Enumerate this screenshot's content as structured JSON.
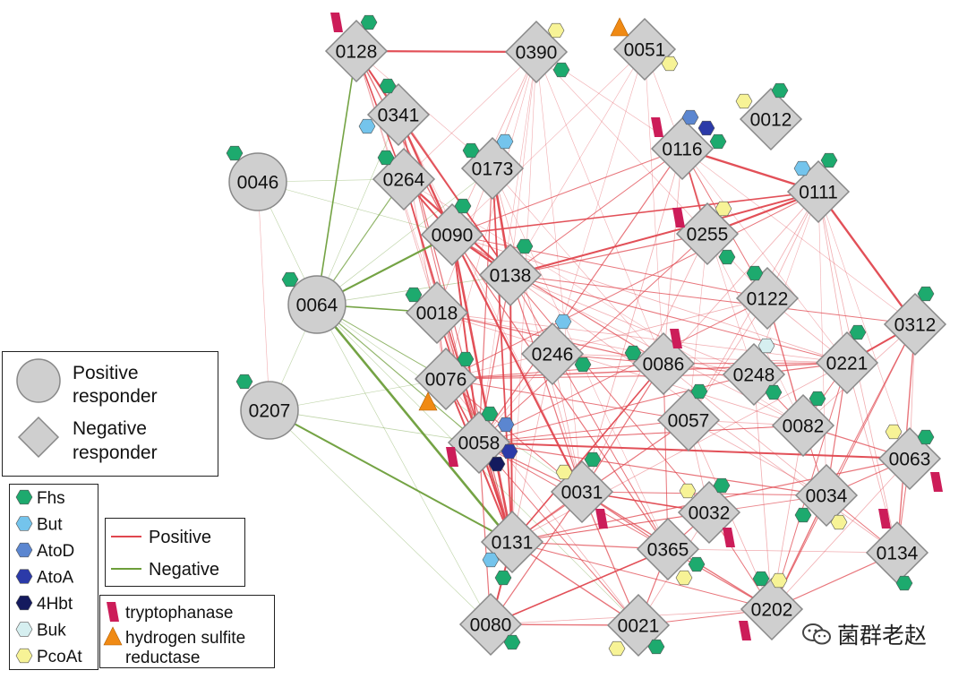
{
  "nodes": [
    {
      "id": "0128",
      "shape": "diamond",
      "markers": [
        "trp",
        "fhs"
      ]
    },
    {
      "id": "0390",
      "shape": "diamond",
      "markers": [
        "pco",
        "fhs"
      ]
    },
    {
      "id": "0051",
      "shape": "diamond",
      "markers": [
        "h2s",
        "pco"
      ]
    },
    {
      "id": "0012",
      "shape": "diamond",
      "markers": [
        "pco",
        "fhs"
      ]
    },
    {
      "id": "0341",
      "shape": "diamond",
      "markers": [
        "fhs",
        "but"
      ]
    },
    {
      "id": "0116",
      "shape": "diamond",
      "markers": [
        "trp",
        "atod",
        "atoa",
        "fhs"
      ]
    },
    {
      "id": "0046",
      "shape": "circle",
      "markers": [
        "fhs"
      ]
    },
    {
      "id": "0173",
      "shape": "diamond",
      "markers": [
        "fhs",
        "but"
      ]
    },
    {
      "id": "0264",
      "shape": "diamond",
      "markers": [
        "fhs"
      ]
    },
    {
      "id": "0111",
      "shape": "diamond",
      "markers": [
        "but",
        "fhs"
      ]
    },
    {
      "id": "0255",
      "shape": "diamond",
      "markers": [
        "trp",
        "pco",
        "fhs"
      ]
    },
    {
      "id": "0090",
      "shape": "diamond",
      "markers": [
        "fhs"
      ]
    },
    {
      "id": "0138",
      "shape": "diamond",
      "markers": [
        "fhs"
      ]
    },
    {
      "id": "0064",
      "shape": "circle",
      "markers": [
        "fhs"
      ]
    },
    {
      "id": "0018",
      "shape": "diamond",
      "markers": [
        "fhs"
      ]
    },
    {
      "id": "0122",
      "shape": "diamond",
      "markers": [
        "fhs"
      ]
    },
    {
      "id": "0312",
      "shape": "diamond",
      "markers": [
        "fhs"
      ]
    },
    {
      "id": "0246",
      "shape": "diamond",
      "markers": [
        "but",
        "fhs"
      ]
    },
    {
      "id": "0086",
      "shape": "diamond",
      "markers": [
        "trp",
        "fhs"
      ]
    },
    {
      "id": "0248",
      "shape": "diamond",
      "markers": [
        "buk",
        "fhs"
      ]
    },
    {
      "id": "0221",
      "shape": "diamond",
      "markers": [
        "fhs"
      ]
    },
    {
      "id": "0076",
      "shape": "diamond",
      "markers": [
        "fhs",
        "h2s"
      ]
    },
    {
      "id": "0207",
      "shape": "circle",
      "markers": [
        "fhs"
      ]
    },
    {
      "id": "0057",
      "shape": "diamond",
      "markers": [
        "fhs"
      ]
    },
    {
      "id": "0082",
      "shape": "diamond",
      "markers": [
        "fhs"
      ]
    },
    {
      "id": "0058",
      "shape": "diamond",
      "markers": [
        "fhs",
        "atod",
        "atoa",
        "hbt",
        "trp"
      ]
    },
    {
      "id": "0063",
      "shape": "diamond",
      "markers": [
        "pco",
        "fhs",
        "trp"
      ]
    },
    {
      "id": "0031",
      "shape": "diamond",
      "markers": [
        "pco",
        "fhs",
        "trp"
      ]
    },
    {
      "id": "0034",
      "shape": "diamond",
      "markers": [
        "fhs",
        "pco"
      ]
    },
    {
      "id": "0032",
      "shape": "diamond",
      "markers": [
        "pco",
        "fhs",
        "trp"
      ]
    },
    {
      "id": "0131",
      "shape": "diamond",
      "markers": [
        "but",
        "fhs"
      ]
    },
    {
      "id": "0365",
      "shape": "diamond",
      "markers": [
        "fhs",
        "pco"
      ]
    },
    {
      "id": "0134",
      "shape": "diamond",
      "markers": [
        "trp",
        "fhs"
      ]
    },
    {
      "id": "0202",
      "shape": "diamond",
      "markers": [
        "fhs",
        "pco",
        "trp"
      ]
    },
    {
      "id": "0080",
      "shape": "diamond",
      "markers": [
        "fhs"
      ]
    },
    {
      "id": "0021",
      "shape": "diamond",
      "markers": [
        "pco",
        "fhs"
      ]
    }
  ],
  "edges": [
    [
      "0128",
      "0390",
      "pos",
      2.2
    ],
    [
      "0128",
      "0341",
      "pos",
      2
    ],
    [
      "0128",
      "0264",
      "pos",
      1.6
    ],
    [
      "0128",
      "0090",
      "pos",
      1.4
    ],
    [
      "0128",
      "0138",
      "pos",
      1
    ],
    [
      "0128",
      "0018",
      "pos",
      0.8
    ],
    [
      "0128",
      "0064",
      "neg",
      1.6
    ],
    [
      "0128",
      "0173",
      "pos",
      0.6
    ],
    [
      "0128",
      "0131",
      "pos",
      0.6
    ],
    [
      "0390",
      "0090",
      "pos",
      0.8
    ],
    [
      "0390",
      "0018",
      "pos",
      0.8
    ],
    [
      "0390",
      "0138",
      "pos",
      0.6
    ],
    [
      "0390",
      "0058",
      "pos",
      0.6
    ],
    [
      "0390",
      "0131",
      "pos",
      0.6
    ],
    [
      "0390",
      "0076",
      "pos",
      0.6
    ],
    [
      "0390",
      "0116",
      "pos",
      0.6
    ],
    [
      "0390",
      "0255",
      "pos",
      0.6
    ],
    [
      "0390",
      "0086",
      "pos",
      0.6
    ],
    [
      "0390",
      "0031",
      "pos",
      0.6
    ],
    [
      "0390",
      "0264",
      "pos",
      0.6
    ],
    [
      "0051",
      "0116",
      "pos",
      0.6
    ],
    [
      "0051",
      "0086",
      "pos",
      0.6
    ],
    [
      "0051",
      "0138",
      "pos",
      0.6
    ],
    [
      "0051",
      "0090",
      "pos",
      0.6
    ],
    [
      "0051",
      "0246",
      "pos",
      0.6
    ],
    [
      "0341",
      "0090",
      "pos",
      2.4
    ],
    [
      "0341",
      "0138",
      "pos",
      1.6
    ],
    [
      "0341",
      "0131",
      "pos",
      1.2
    ],
    [
      "0341",
      "0058",
      "pos",
      1
    ],
    [
      "0341",
      "0076",
      "pos",
      0.8
    ],
    [
      "0341",
      "0031",
      "pos",
      0.6
    ],
    [
      "0264",
      "0090",
      "pos",
      2
    ],
    [
      "0264",
      "0138",
      "pos",
      2.2
    ],
    [
      "0264",
      "0131",
      "pos",
      1.6
    ],
    [
      "0264",
      "0058",
      "pos",
      1.2
    ],
    [
      "0264",
      "0064",
      "neg",
      1.2
    ],
    [
      "0264",
      "0046",
      "neg",
      0.6
    ],
    [
      "0264",
      "0082",
      "pos",
      0.6
    ],
    [
      "0173",
      "0138",
      "pos",
      2.6
    ],
    [
      "0173",
      "0131",
      "pos",
      1.8
    ],
    [
      "0173",
      "0058",
      "pos",
      1.2
    ],
    [
      "0173",
      "0031",
      "pos",
      0.8
    ],
    [
      "0173",
      "0086",
      "pos",
      0.6
    ],
    [
      "0173",
      "0365",
      "pos",
      0.6
    ],
    [
      "0116",
      "0111",
      "pos",
      2.4
    ],
    [
      "0116",
      "0255",
      "pos",
      1.6
    ],
    [
      "0116",
      "0122",
      "pos",
      1
    ],
    [
      "0116",
      "0086",
      "pos",
      0.8
    ],
    [
      "0116",
      "0138",
      "pos",
      1
    ],
    [
      "0116",
      "0090",
      "pos",
      1
    ],
    [
      "0116",
      "0058",
      "pos",
      1.2
    ],
    [
      "0116",
      "0031",
      "pos",
      0.8
    ],
    [
      "0116",
      "0248",
      "pos",
      0.6
    ],
    [
      "0116",
      "0221",
      "pos",
      0.6
    ],
    [
      "0116",
      "0312",
      "pos",
      0.6
    ],
    [
      "0111",
      "0255",
      "pos",
      2.2
    ],
    [
      "0111",
      "0138",
      "pos",
      2
    ],
    [
      "0111",
      "0090",
      "pos",
      1.6
    ],
    [
      "0111",
      "0312",
      "pos",
      2.4
    ],
    [
      "0111",
      "0221",
      "pos",
      0.8
    ],
    [
      "0111",
      "0248",
      "pos",
      0.6
    ],
    [
      "0111",
      "0134",
      "pos",
      0.8
    ],
    [
      "0111",
      "0057",
      "pos",
      0.8
    ],
    [
      "0111",
      "0076",
      "pos",
      1
    ],
    [
      "0111",
      "0122",
      "pos",
      0.8
    ],
    [
      "0111",
      "0034",
      "pos",
      0.6
    ],
    [
      "0111",
      "0063",
      "pos",
      0.6
    ],
    [
      "0111",
      "0086",
      "pos",
      0.8
    ],
    [
      "0255",
      "0058",
      "pos",
      1
    ],
    [
      "0255",
      "0031",
      "pos",
      0.8
    ],
    [
      "0255",
      "0138",
      "pos",
      1.2
    ],
    [
      "0255",
      "0082",
      "pos",
      0.6
    ],
    [
      "0255",
      "0057",
      "pos",
      0.6
    ],
    [
      "0255",
      "0122",
      "pos",
      0.6
    ],
    [
      "0090",
      "0138",
      "pos",
      2.4
    ],
    [
      "0090",
      "0131",
      "pos",
      2.6
    ],
    [
      "0090",
      "0058",
      "pos",
      2
    ],
    [
      "0090",
      "0031",
      "pos",
      2.2
    ],
    [
      "0090",
      "0064",
      "neg",
      2.2
    ],
    [
      "0090",
      "0046",
      "neg",
      0.6
    ],
    [
      "0090",
      "0122",
      "pos",
      1
    ],
    [
      "0090",
      "0086",
      "pos",
      1.2
    ],
    [
      "0090",
      "0221",
      "pos",
      0.8
    ],
    [
      "0090",
      "0365",
      "pos",
      1.2
    ],
    [
      "0138",
      "0131",
      "pos",
      2
    ],
    [
      "0138",
      "0031",
      "pos",
      1.2
    ],
    [
      "0138",
      "0058",
      "pos",
      1.2
    ],
    [
      "0138",
      "0312",
      "pos",
      1
    ],
    [
      "0138",
      "0221",
      "pos",
      1
    ],
    [
      "0138",
      "0032",
      "pos",
      1
    ],
    [
      "0138",
      "0365",
      "pos",
      1
    ],
    [
      "0138",
      "0082",
      "pos",
      0.8
    ],
    [
      "0138",
      "0248",
      "pos",
      0.8
    ],
    [
      "0138",
      "0134",
      "pos",
      0.8
    ],
    [
      "0064",
      "0018",
      "neg",
      1.6
    ],
    [
      "0064",
      "0076",
      "neg",
      1
    ],
    [
      "0064",
      "0131",
      "neg",
      2.6
    ],
    [
      "0064",
      "0058",
      "neg",
      1.2
    ],
    [
      "0064",
      "0046",
      "neg",
      0.6
    ],
    [
      "0064",
      "0021",
      "neg",
      0.6
    ],
    [
      "0064",
      "0080",
      "neg",
      0.6
    ],
    [
      "0064",
      "0138",
      "neg",
      0.8
    ],
    [
      "0064",
      "0173",
      "neg",
      0.6
    ],
    [
      "0064",
      "0341",
      "neg",
      0.6
    ],
    [
      "0064",
      "0031",
      "neg",
      0.6
    ],
    [
      "0018",
      "0086",
      "pos",
      1.2
    ],
    [
      "0018",
      "0131",
      "pos",
      1.6
    ],
    [
      "0018",
      "0058",
      "pos",
      1.4
    ],
    [
      "0018",
      "0076",
      "pos",
      1
    ],
    [
      "0018",
      "0248",
      "pos",
      0.8
    ],
    [
      "0018",
      "0221",
      "pos",
      0.8
    ],
    [
      "0018",
      "0082",
      "pos",
      0.8
    ],
    [
      "0122",
      "0058",
      "pos",
      1
    ],
    [
      "0122",
      "0082",
      "pos",
      1.4
    ],
    [
      "0122",
      "0221",
      "pos",
      0.8
    ],
    [
      "0122",
      "0076",
      "pos",
      0.8
    ],
    [
      "0122",
      "0057",
      "pos",
      0.8
    ],
    [
      "0312",
      "0221",
      "pos",
      2
    ],
    [
      "0312",
      "0134",
      "pos",
      1.4
    ],
    [
      "0312",
      "0034",
      "pos",
      1
    ],
    [
      "0312",
      "0202",
      "pos",
      1
    ],
    [
      "0312",
      "0082",
      "pos",
      0.8
    ],
    [
      "0312",
      "0063",
      "pos",
      0.8
    ],
    [
      "0246",
      "0086",
      "pos",
      1
    ],
    [
      "0246",
      "0031",
      "pos",
      0.8
    ],
    [
      "0246",
      "0058",
      "pos",
      0.8
    ],
    [
      "0246",
      "0131",
      "pos",
      0.8
    ],
    [
      "0246",
      "0221",
      "pos",
      0.8
    ],
    [
      "0086",
      "0248",
      "pos",
      1
    ],
    [
      "0086",
      "0221",
      "pos",
      1
    ],
    [
      "0086",
      "0031",
      "pos",
      1.2
    ],
    [
      "0086",
      "0131",
      "pos",
      1.6
    ],
    [
      "0086",
      "0365",
      "pos",
      1
    ],
    [
      "0086",
      "0076",
      "pos",
      1
    ],
    [
      "0086",
      "0034",
      "pos",
      0.8
    ],
    [
      "0248",
      "0221",
      "pos",
      1.2
    ],
    [
      "0248",
      "0082",
      "pos",
      1
    ],
    [
      "0248",
      "0058",
      "pos",
      1
    ],
    [
      "0248",
      "0202",
      "pos",
      0.8
    ],
    [
      "0221",
      "0076",
      "pos",
      1.4
    ],
    [
      "0221",
      "0034",
      "pos",
      1.2
    ],
    [
      "0221",
      "0202",
      "pos",
      1
    ],
    [
      "0221",
      "0082",
      "pos",
      1
    ],
    [
      "0221",
      "0131",
      "pos",
      0.8
    ],
    [
      "0221",
      "0134",
      "pos",
      0.8
    ],
    [
      "0076",
      "0131",
      "pos",
      2
    ],
    [
      "0076",
      "0058",
      "pos",
      1.6
    ],
    [
      "0076",
      "0207",
      "neg",
      0.6
    ],
    [
      "0076",
      "0031",
      "pos",
      1
    ],
    [
      "0076",
      "0021",
      "pos",
      0.8
    ],
    [
      "0076",
      "0248",
      "pos",
      1
    ],
    [
      "0076",
      "0057",
      "pos",
      1
    ],
    [
      "0207",
      "0131",
      "neg",
      2
    ],
    [
      "0207",
      "0058",
      "neg",
      0.8
    ],
    [
      "0207",
      "0080",
      "neg",
      0.6
    ],
    [
      "0207",
      "0064",
      "neg",
      0.6
    ],
    [
      "0207",
      "0046",
      "pos",
      0.6
    ],
    [
      "0057",
      "0131",
      "pos",
      1.2
    ],
    [
      "0057",
      "0058",
      "pos",
      1
    ],
    [
      "0057",
      "0082",
      "pos",
      0.8
    ],
    [
      "0057",
      "0034",
      "pos",
      0.8
    ],
    [
      "0057",
      "0032",
      "pos",
      0.8
    ],
    [
      "0057",
      "0202",
      "pos",
      0.8
    ],
    [
      "0082",
      "0063",
      "pos",
      1.2
    ],
    [
      "0082",
      "0034",
      "pos",
      1
    ],
    [
      "0082",
      "0058",
      "pos",
      0.8
    ],
    [
      "0082",
      "0202",
      "pos",
      0.8
    ],
    [
      "0058",
      "0063",
      "pos",
      2
    ],
    [
      "0058",
      "0131",
      "pos",
      1.6
    ],
    [
      "0058",
      "0031",
      "pos",
      1.2
    ],
    [
      "0058",
      "0034",
      "pos",
      1.2
    ],
    [
      "0058",
      "0080",
      "pos",
      1.2
    ],
    [
      "0058",
      "0021",
      "pos",
      1
    ],
    [
      "0058",
      "0365",
      "pos",
      1
    ],
    [
      "0058",
      "0082",
      "pos",
      1
    ],
    [
      "0063",
      "0034",
      "pos",
      1
    ],
    [
      "0063",
      "0131",
      "pos",
      1.2
    ],
    [
      "0063",
      "0134",
      "pos",
      1
    ],
    [
      "0063",
      "0202",
      "pos",
      0.8
    ],
    [
      "0031",
      "0032",
      "pos",
      1.6
    ],
    [
      "0031",
      "0131",
      "pos",
      1.2
    ],
    [
      "0031",
      "0365",
      "pos",
      1.2
    ],
    [
      "0031",
      "0080",
      "pos",
      1.2
    ],
    [
      "0031",
      "0021",
      "pos",
      1.2
    ],
    [
      "0031",
      "0202",
      "pos",
      1.4
    ],
    [
      "0031",
      "0034",
      "pos",
      1
    ],
    [
      "0034",
      "0202",
      "pos",
      1.4
    ],
    [
      "0034",
      "0134",
      "pos",
      1
    ],
    [
      "0034",
      "0131",
      "pos",
      0.8
    ],
    [
      "0034",
      "0032",
      "pos",
      0.8
    ],
    [
      "0032",
      "0365",
      "pos",
      1.2
    ],
    [
      "0032",
      "0202",
      "pos",
      1
    ],
    [
      "0032",
      "0131",
      "pos",
      1
    ],
    [
      "0032",
      "0021",
      "pos",
      0.8
    ],
    [
      "0131",
      "0365",
      "pos",
      1.2
    ],
    [
      "0131",
      "0080",
      "pos",
      2
    ],
    [
      "0131",
      "0021",
      "pos",
      1.4
    ],
    [
      "0131",
      "0202",
      "pos",
      1
    ],
    [
      "0365",
      "0021",
      "pos",
      1.2
    ],
    [
      "0365",
      "0202",
      "pos",
      1.2
    ],
    [
      "0365",
      "0080",
      "pos",
      1.6
    ],
    [
      "0365",
      "0134",
      "pos",
      0.8
    ],
    [
      "0134",
      "0202",
      "pos",
      1.2
    ],
    [
      "0202",
      "0021",
      "pos",
      1
    ],
    [
      "0202",
      "0080",
      "pos",
      0.8
    ],
    [
      "0080",
      "0021",
      "pos",
      1.4
    ]
  ],
  "marker_types": {
    "fhs": {
      "label": "Fhs",
      "color": "#1daa6e",
      "shape": "hexagon"
    },
    "but": {
      "label": "But",
      "color": "#74c4ec",
      "shape": "hexagon"
    },
    "atod": {
      "label": "AtoD",
      "color": "#5b86d0",
      "shape": "hexagon"
    },
    "atoa": {
      "label": "AtoA",
      "color": "#2b3aa8",
      "shape": "hexagon"
    },
    "hbt": {
      "label": "4Hbt",
      "color": "#141a5e",
      "shape": "hexagon"
    },
    "buk": {
      "label": "Buk",
      "color": "#d6eff0",
      "shape": "hexagon"
    },
    "pco": {
      "label": "PcoAt",
      "color": "#f7f396",
      "shape": "hexagon"
    },
    "trp": {
      "label": "tryptophanase",
      "color": "#cc1d59",
      "shape": "parallelogram"
    },
    "h2s": {
      "label": "hydrogen sulfite\nreductase",
      "color": "#f08a14",
      "shape": "triangle"
    }
  },
  "legend": {
    "responder": {
      "positive": "Positive\nresponder",
      "negative": "Negative\nresponder"
    },
    "gene_markers": [
      "fhs",
      "but",
      "atod",
      "atoa",
      "hbt",
      "buk",
      "pco"
    ],
    "enzyme_markers": [
      "trp",
      "h2s"
    ],
    "edges": {
      "positive": {
        "label": "Positive",
        "color": "#e0474f"
      },
      "negative": {
        "label": "Negative",
        "color": "#6d9e3a"
      }
    }
  },
  "colors": {
    "node_fill": "#cfcfcf",
    "node_stroke": "#888888"
  },
  "watermark": "菌群老赵"
}
